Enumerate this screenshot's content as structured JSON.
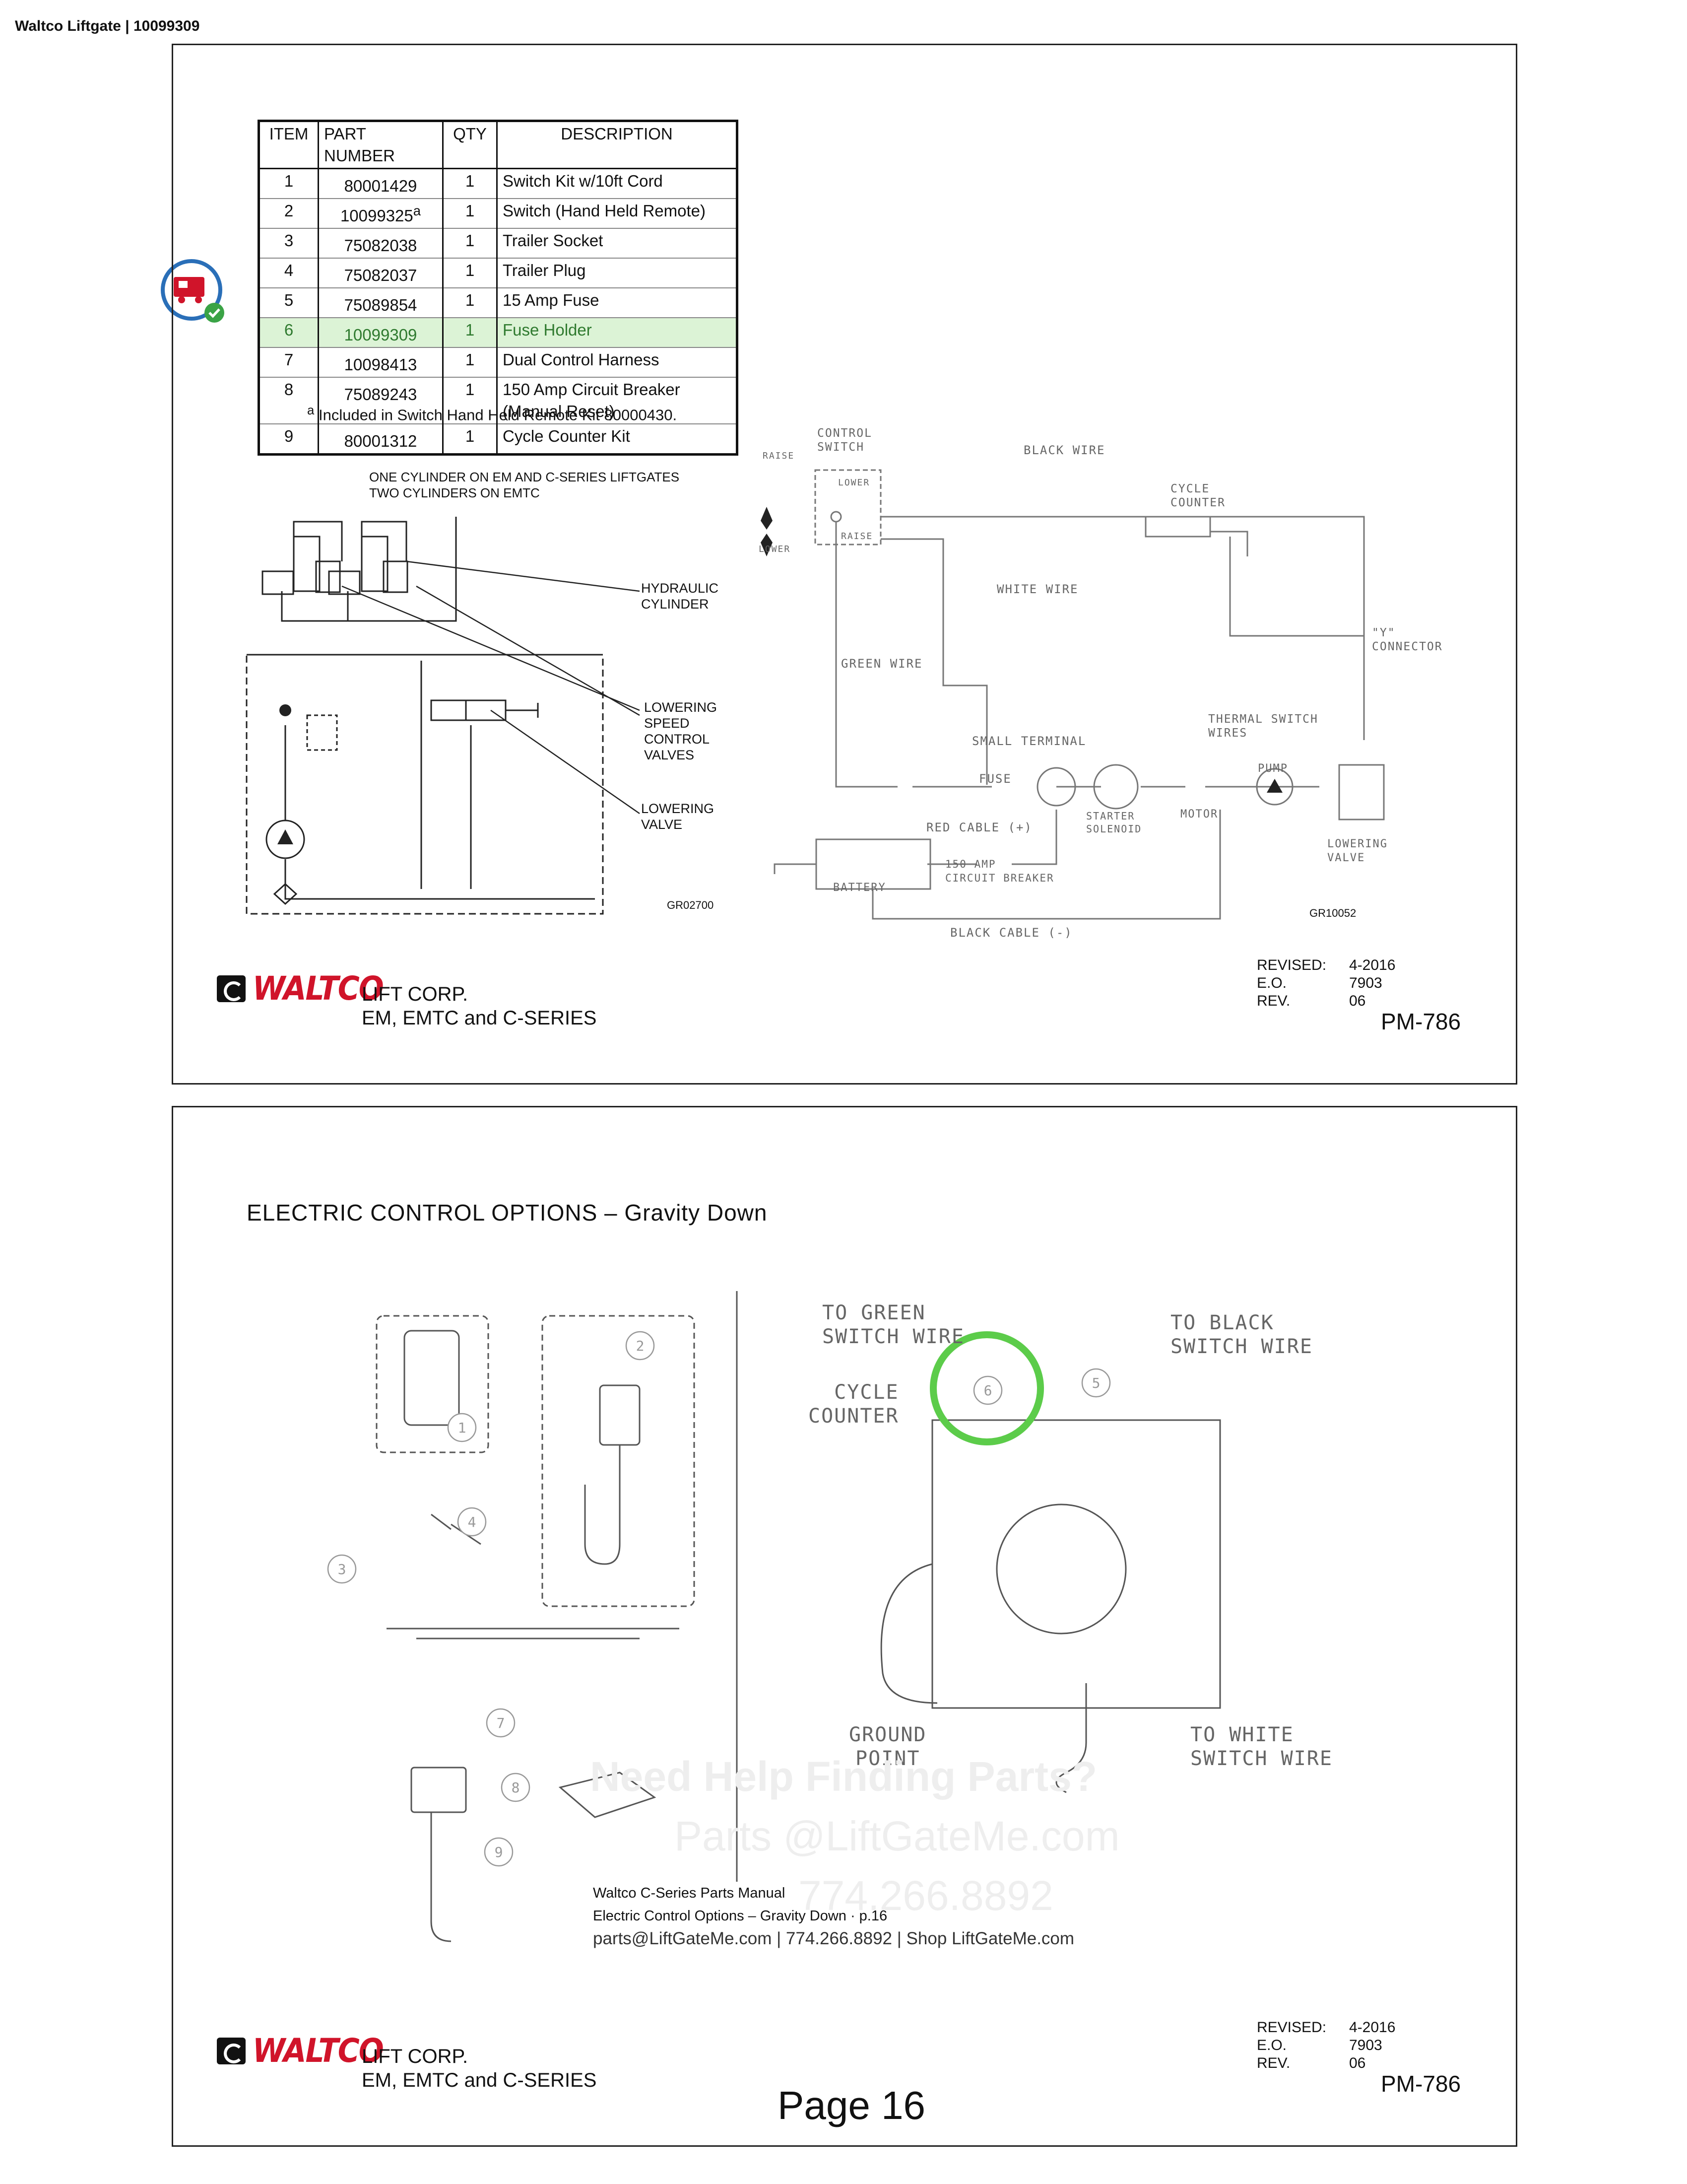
{
  "doc_title": "Waltco Liftgate | 10099309",
  "parts_table": {
    "headers": {
      "item": "ITEM",
      "part_line1": "PART",
      "part_line2": "NUMBER",
      "qty": "QTY",
      "desc": "DESCRIPTION"
    },
    "rows": [
      {
        "item": "1",
        "part": "80001429",
        "sup": "",
        "qty": "1",
        "desc": "Switch Kit w/10ft Cord",
        "desc2": ""
      },
      {
        "item": "2",
        "part": "10099325",
        "sup": "a",
        "qty": "1",
        "desc": "Switch (Hand Held Remote)",
        "desc2": ""
      },
      {
        "item": "3",
        "part": "75082038",
        "sup": "",
        "qty": "1",
        "desc": "Trailer Socket",
        "desc2": ""
      },
      {
        "item": "4",
        "part": "75082037",
        "sup": "",
        "qty": "1",
        "desc": "Trailer Plug",
        "desc2": ""
      },
      {
        "item": "5",
        "part": "75089854",
        "sup": "",
        "qty": "1",
        "desc": "15 Amp Fuse",
        "desc2": ""
      },
      {
        "item": "6",
        "part": "10099309",
        "sup": "",
        "qty": "1",
        "desc": "Fuse Holder",
        "desc2": ""
      },
      {
        "item": "7",
        "part": "10098413",
        "sup": "",
        "qty": "1",
        "desc": "Dual Control Harness",
        "desc2": ""
      },
      {
        "item": "8",
        "part": "75089243",
        "sup": "",
        "qty": "1",
        "desc": "150 Amp Circuit Breaker",
        "desc2": "(Manual Reset)"
      },
      {
        "item": "9",
        "part": "80001312",
        "sup": "",
        "qty": "1",
        "desc": "Cycle Counter Kit",
        "desc2": ""
      }
    ],
    "footnote_sup": "a",
    "footnote": "Included in Switch Hand Held Remote Kit 80000430."
  },
  "hydraulic": {
    "note1": "ONE CYLINDER ON EM AND C-SERIES LIFTGATES",
    "note2": "TWO CYLINDERS ON EMTC",
    "hyd_cyl": "HYDRAULIC\nCYLINDER",
    "speed_valves": "LOWERING\nSPEED\nCONTROL\nVALVES",
    "lowering_valve": "LOWERING\nVALVE",
    "code": "GR02700"
  },
  "wiring": {
    "control_switch": "CONTROL\nSWITCH",
    "raise": "RAISE",
    "lower": "LOWER",
    "sw_lower": "LOWER",
    "sw_raise": "RAISE",
    "black_wire": "BLACK WIRE",
    "white_wire": "WHITE WIRE",
    "green_wire": "GREEN WIRE",
    "cycle_counter": "CYCLE\nCOUNTER",
    "y_connector": "\"Y\"\nCONNECTOR",
    "small_terminal": "SMALL TERMINAL",
    "thermal": "THERMAL SWITCH\nWIRES",
    "fuse": "FUSE",
    "pump": "PUMP",
    "motor": "MOTOR",
    "starter": "STARTER\nSOLENOID",
    "red_cable": "RED CABLE (+)",
    "breaker": "150 AMP\nCIRCUIT BREAKER",
    "battery": "BATTERY",
    "black_cable": "BLACK CABLE (-)",
    "lowering_valve": "LOWERING\nVALVE",
    "code": "GR10052"
  },
  "footer": {
    "logo": "WALTCO",
    "company1": "LIFT CORP.",
    "company2": "EM, EMTC and C-SERIES",
    "revised_label": "REVISED:",
    "revised": "4-2016",
    "eo_label": "E.O.",
    "eo": "7903",
    "rev_label": "REV.",
    "rev": "06",
    "pm": "PM-786"
  },
  "page2": {
    "title": "ELECTRIC CONTROL OPTIONS – Gravity Down",
    "callouts": [
      "1",
      "2",
      "3",
      "4",
      "5",
      "6",
      "7",
      "8",
      "9"
    ],
    "to_green": "TO GREEN\nSWITCH WIRE",
    "to_black": "TO BLACK\nSWITCH WIRE",
    "cycle_counter": "CYCLE\nCOUNTER",
    "ground": "GROUND\nPOINT",
    "to_white": "TO WHITE\nSWITCH WIRE",
    "watermark1": "Need Help Finding Parts?",
    "watermark2": "Parts @LiftGateMe.com",
    "watermark3": "774.266.8892",
    "note1": "Waltco C-Series Parts Manual",
    "note2": "Electric Control Options – Gravity Down · p.16",
    "note3": "parts@LiftGateMe.com | 774.266.8892 | Shop LiftGateMe.com",
    "page": "Page 16",
    "highlight_color": "#5ccc4a"
  }
}
